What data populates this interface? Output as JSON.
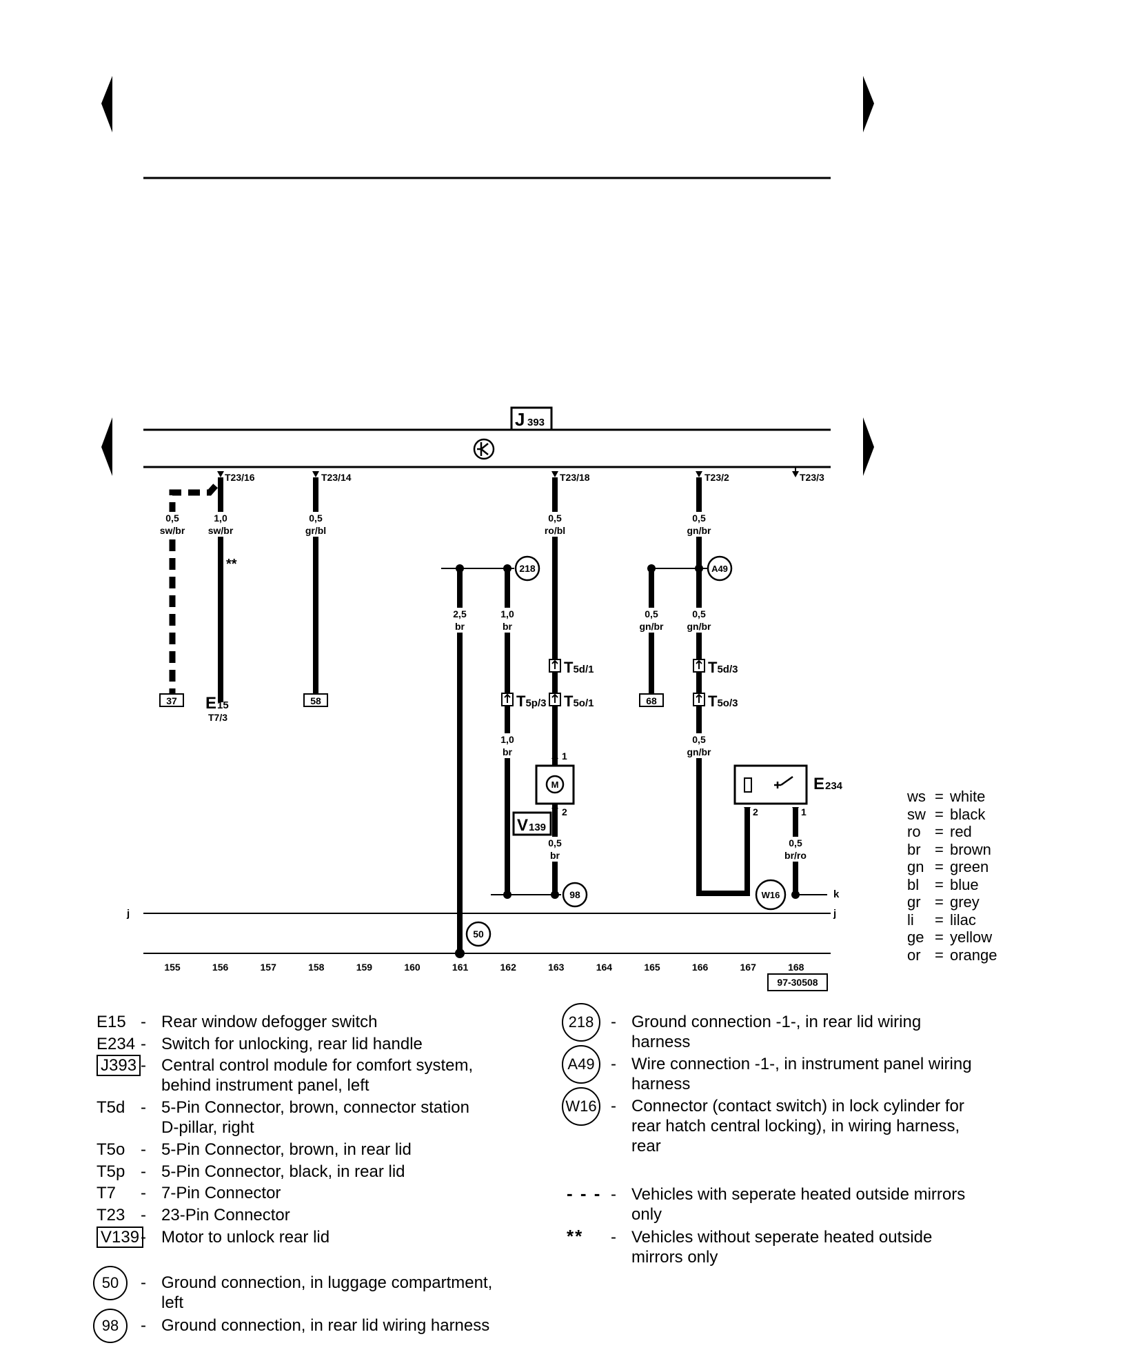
{
  "diagram": {
    "control_module": {
      "code": "J",
      "sub": "393"
    },
    "pins": {
      "p156": "T23/16",
      "p158": "T23/14",
      "p163": "T23/18",
      "p166": "T23/2",
      "p168": "T23/3"
    },
    "wires": {
      "w155": {
        "size": "0,5",
        "color": "sw/br"
      },
      "w156": {
        "size": "1,0",
        "color": "sw/br"
      },
      "w158": {
        "size": "0,5",
        "color": "gr/bl"
      },
      "w163": {
        "size": "0,5",
        "color": "ro/bl"
      },
      "w166": {
        "size": "0,5",
        "color": "gn/br"
      },
      "w161": {
        "size": "2,5",
        "color": "br"
      },
      "w162": {
        "size": "1,0",
        "color": "br"
      },
      "w165": {
        "size": "0,5",
        "color": "gn/br"
      },
      "w166b": {
        "size": "0,5",
        "color": "gn/br"
      },
      "w162b": {
        "size": "1,0",
        "color": "br"
      },
      "w166c": {
        "size": "0,5",
        "color": "gn/br"
      },
      "w163b": {
        "size": "0,5",
        "color": "br"
      },
      "w168": {
        "size": "0,5",
        "color": "br/ro"
      }
    },
    "refs": {
      "r37": "37",
      "r58": "58",
      "r68": "68"
    },
    "components": {
      "e15": {
        "code": "E",
        "sub": "15",
        "pin": "T7/3"
      },
      "e234": {
        "code": "E",
        "sub": "234"
      },
      "v139": {
        "code": "V",
        "sub": "139"
      },
      "motor": "M"
    },
    "connectors": {
      "t5d1": {
        "code": "T",
        "sub": "5d/1"
      },
      "t5d3": {
        "code": "T",
        "sub": "5d/3"
      },
      "t5p3": {
        "code": "T",
        "sub": "5p/3"
      },
      "t5o1": {
        "code": "T",
        "sub": "5o/1"
      },
      "t5o3": {
        "code": "T",
        "sub": "5o/3"
      }
    },
    "pin_numbers": {
      "m1": "1",
      "m2": "2",
      "e2": "2",
      "e1": "1"
    },
    "nodes": {
      "n218": "218",
      "na49": "A49",
      "n98": "98",
      "nw16": "W16",
      "n50": "50"
    },
    "star_note": "**",
    "rail_labels": {
      "j": "j",
      "k": "k"
    },
    "tracks": [
      "155",
      "156",
      "157",
      "158",
      "159",
      "160",
      "161",
      "162",
      "163",
      "164",
      "165",
      "166",
      "167",
      "168"
    ],
    "diagram_id": "97-30508"
  },
  "color_key": [
    {
      "code": "ws",
      "name": "white"
    },
    {
      "code": "sw",
      "name": "black"
    },
    {
      "code": "ro",
      "name": "red"
    },
    {
      "code": "br",
      "name": "brown"
    },
    {
      "code": "gn",
      "name": "green"
    },
    {
      "code": "bl",
      "name": "blue"
    },
    {
      "code": "gr",
      "name": "grey"
    },
    {
      "code": "li",
      "name": "lilac"
    },
    {
      "code": "ge",
      "name": "yellow"
    },
    {
      "code": "or",
      "name": "orange"
    }
  ],
  "legend_left": [
    {
      "code": "E15",
      "desc": [
        "Rear window defogger switch"
      ]
    },
    {
      "code": "E234",
      "desc": [
        "Switch for unlocking, rear lid handle"
      ]
    },
    {
      "code": "J393",
      "boxed": true,
      "desc": [
        "Central control module for comfort system,",
        "behind instrument panel, left"
      ]
    },
    {
      "code": "T5d",
      "desc": [
        "5-Pin Connector, brown, connector station",
        "D-pillar, right"
      ]
    },
    {
      "code": "T5o",
      "desc": [
        "5-Pin Connector, brown, in rear lid"
      ]
    },
    {
      "code": "T5p",
      "desc": [
        "5-Pin Connector, black, in rear lid"
      ]
    },
    {
      "code": "T7",
      "desc": [
        "7-Pin Connector"
      ]
    },
    {
      "code": "T23",
      "desc": [
        "23-Pin Connector"
      ]
    },
    {
      "code": "V139",
      "boxed": true,
      "desc": [
        "Motor to unlock rear lid"
      ]
    },
    {
      "code": "50",
      "circled": true,
      "desc": [
        "Ground connection, in luggage compartment,",
        "left"
      ]
    },
    {
      "code": "98",
      "circled": true,
      "desc": [
        "Ground connection, in rear lid wiring harness"
      ]
    }
  ],
  "legend_right": [
    {
      "code": "218",
      "circled": true,
      "desc": [
        "Ground connection -1-, in rear lid wiring",
        "harness"
      ]
    },
    {
      "code": "A49",
      "circled": true,
      "desc": [
        "Wire connection -1-, in instrument panel wiring",
        "harness"
      ]
    },
    {
      "code": "W16",
      "circled": true,
      "desc": [
        "Connector (contact switch) in lock cylinder for",
        "rear hatch central locking), in wiring harness,",
        "rear"
      ]
    },
    {
      "code": "- - -",
      "desc": [
        "Vehicles with seperate heated outside mirrors",
        "only"
      ]
    },
    {
      "code": "**",
      "desc": [
        "Vehicles without seperate heated outside",
        "mirrors only"
      ]
    }
  ]
}
